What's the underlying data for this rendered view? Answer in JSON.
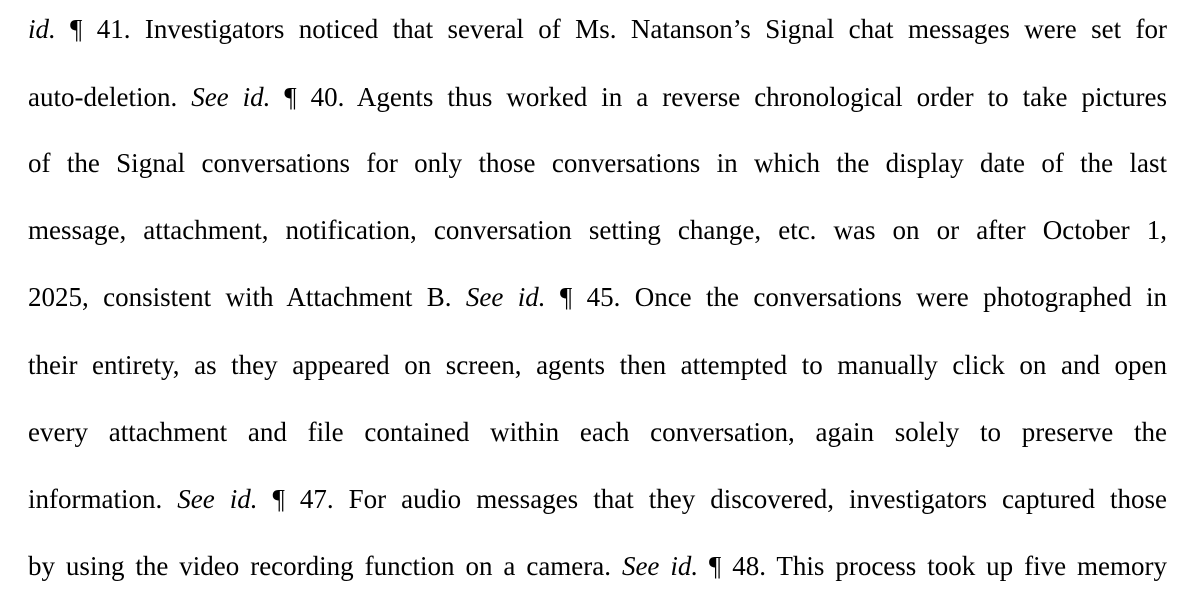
{
  "lines": [
    [
      {
        "text": "id.",
        "italic": true
      },
      {
        "text": " ¶ 41.  Investigators noticed that several of Ms. Natanson’s Signal chat messages were set for",
        "italic": false
      }
    ],
    [
      {
        "text": "auto-deletion.  ",
        "italic": false
      },
      {
        "text": "See id.",
        "italic": true
      },
      {
        "text": " ¶ 40.  Agents thus worked in a reverse chronological order to take pictures",
        "italic": false
      }
    ],
    [
      {
        "text": "of the Signal conversations for only those conversations in which the display date of the last",
        "italic": false
      }
    ],
    [
      {
        "text": "message, attachment, notification, conversation setting change, etc. was on or after October 1,",
        "italic": false
      }
    ],
    [
      {
        "text": "2025, consistent with Attachment B.  ",
        "italic": false
      },
      {
        "text": "See id.",
        "italic": true
      },
      {
        "text": " ¶ 45.  Once the conversations were photographed in",
        "italic": false
      }
    ],
    [
      {
        "text": "their entirety, as they appeared on screen, agents then attempted to manually click on and open",
        "italic": false
      }
    ],
    [
      {
        "text": "every attachment and file contained within each conversation, again solely to preserve the",
        "italic": false
      }
    ],
    [
      {
        "text": "information.  ",
        "italic": false
      },
      {
        "text": "See id.",
        "italic": true
      },
      {
        "text": " ¶ 47.  For audio messages that they discovered, investigators captured those",
        "italic": false
      }
    ],
    [
      {
        "text": "by using the video recording function on a camera.  ",
        "italic": false
      },
      {
        "text": "See id.",
        "italic": true
      },
      {
        "text": " ¶ 48.  This process took up five memory",
        "italic": false
      }
    ]
  ]
}
